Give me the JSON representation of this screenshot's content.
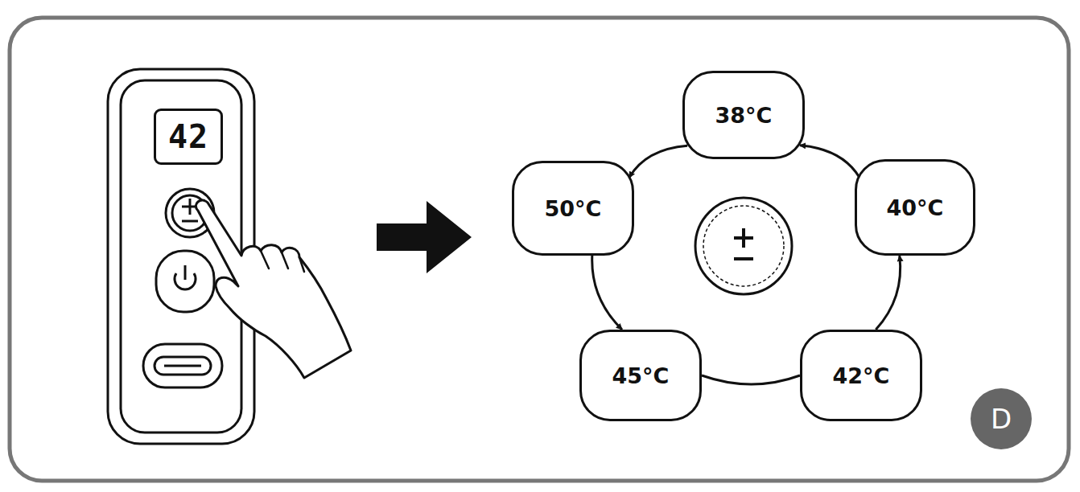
{
  "diagram": {
    "nodes": [
      {
        "text": [
          "42"
        ]
      },
      {
        "text": [
          "38°C"
        ]
      },
      {
        "text": [
          "50°C"
        ]
      },
      {
        "text": [
          "40°C"
        ]
      },
      {
        "text": [
          "45°C"
        ]
      },
      {
        "text": [
          "42°C"
        ]
      },
      {
        "text": [
          "D"
        ]
      }
    ],
    "edges": [
      {
        "from": 3,
        "to": 1,
        "arrow": "to"
      },
      {
        "from": 1,
        "to": 2,
        "arrow": "to"
      },
      {
        "from": 2,
        "to": 4,
        "arrow": "to"
      },
      {
        "from": 4,
        "to": 5,
        "arrow": "none"
      },
      {
        "from": 5,
        "to": 3,
        "arrow": "to"
      }
    ]
  }
}
